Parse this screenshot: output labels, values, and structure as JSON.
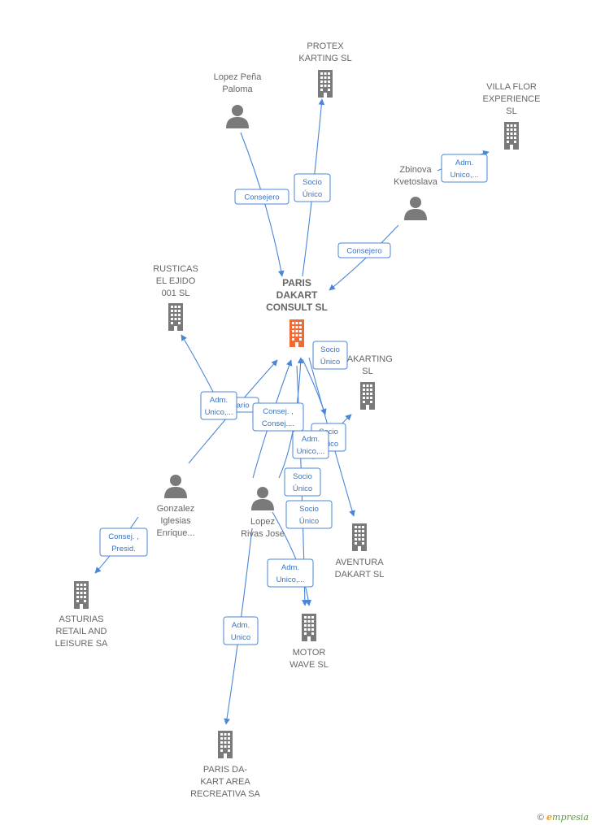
{
  "colors": {
    "edge": "#4a86d8",
    "node_gray": "#7a7a7a",
    "node_main": "#f06a35",
    "label": "#666666"
  },
  "nodes": [
    {
      "id": "protex",
      "type": "company",
      "lines": [
        "PROTEX",
        "KARTING  SL"
      ]
    },
    {
      "id": "lopezpena",
      "type": "person",
      "lines": [
        "Lopez Peña",
        "Paloma"
      ]
    },
    {
      "id": "villaflor",
      "type": "company",
      "lines": [
        "VILLA FLOR",
        "EXPERIENCE",
        "SL"
      ]
    },
    {
      "id": "zbinova",
      "type": "person",
      "lines": [
        "Zbinova",
        "Kvetoslava"
      ]
    },
    {
      "id": "paris",
      "type": "company-main",
      "lines": [
        "PARIS",
        "DAKART",
        "CONSULT  SL"
      ]
    },
    {
      "id": "rusticas",
      "type": "company",
      "lines": [
        "RUSTICAS",
        "EL EJIDO",
        "001  SL"
      ]
    },
    {
      "id": "jakarting",
      "type": "company",
      "lines": [
        "JAKARTING",
        "SL"
      ]
    },
    {
      "id": "gonzalez",
      "type": "person",
      "lines": [
        "Gonzalez",
        "Iglesias",
        "Enrique..."
      ]
    },
    {
      "id": "lopezrivas",
      "type": "person",
      "lines": [
        "Lopez",
        "Rivas Jose"
      ]
    },
    {
      "id": "aventura",
      "type": "company",
      "lines": [
        "AVENTURA",
        "DAKART  SL"
      ]
    },
    {
      "id": "asturias",
      "type": "company",
      "lines": [
        "ASTURIAS",
        "RETAIL AND",
        "LEISURE SA"
      ]
    },
    {
      "id": "motor",
      "type": "company",
      "lines": [
        "MOTOR",
        "WAVE  SL"
      ]
    },
    {
      "id": "parisarea",
      "type": "company",
      "lines": [
        "PARIS DA-",
        "KART AREA",
        "RECREATIVA SA"
      ]
    }
  ],
  "edges": [
    {
      "id": "e1",
      "lines": [
        "Consejero"
      ]
    },
    {
      "id": "e2",
      "lines": [
        "Socio",
        "Único"
      ]
    },
    {
      "id": "e3",
      "lines": [
        "Adm.",
        "Unico,..."
      ]
    },
    {
      "id": "e4",
      "lines": [
        "Consejero"
      ]
    },
    {
      "id": "e5",
      "lines": [
        "Socio",
        "Único"
      ]
    },
    {
      "id": "e6",
      "lines": [
        "Socio",
        "Único"
      ]
    },
    {
      "id": "e7",
      "lines": [
        "Secretario"
      ]
    },
    {
      "id": "e8",
      "lines": [
        "Consej. ,",
        "Consej...."
      ]
    },
    {
      "id": "e9",
      "lines": [
        "Adm.",
        "Unico,..."
      ]
    },
    {
      "id": "e10",
      "lines": [
        "Socio",
        "Único"
      ]
    },
    {
      "id": "e11",
      "lines": [
        "Socio",
        "Único"
      ]
    },
    {
      "id": "e12",
      "lines": [
        "Adm.",
        "Unico,..."
      ]
    },
    {
      "id": "e13",
      "lines": [
        "Adm.",
        "Unico,..."
      ]
    },
    {
      "id": "e14",
      "lines": [
        "Consej. ,",
        "Presid."
      ]
    },
    {
      "id": "e15",
      "lines": [
        "Adm.",
        "Unico"
      ]
    }
  ],
  "footer": {
    "copyright": "©",
    "brand_initial": "e",
    "brand_rest": "mpresia"
  }
}
